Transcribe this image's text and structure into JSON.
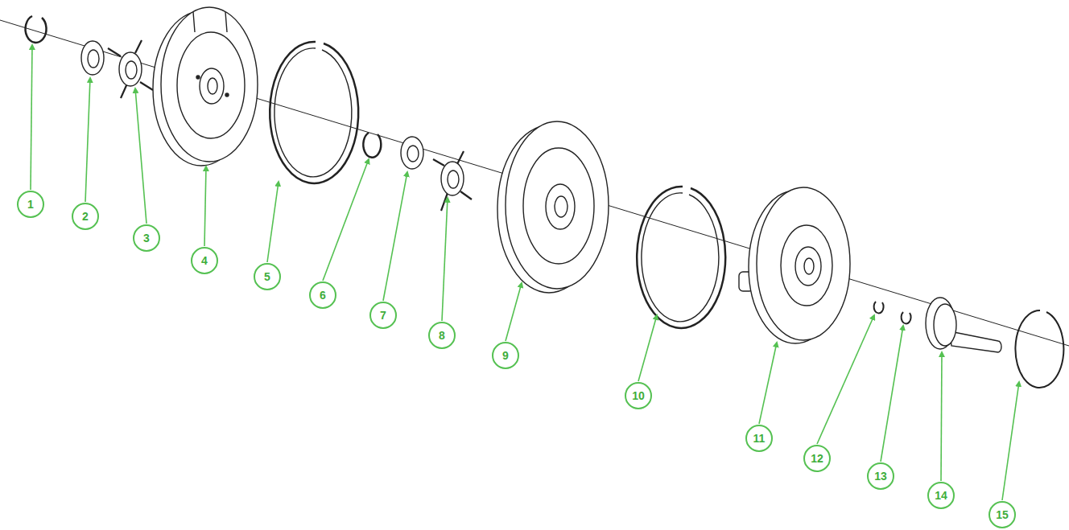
{
  "diagram": {
    "nodes": [
      {
        "text": [
          "1"
        ]
      },
      {
        "text": [
          "2"
        ]
      },
      {
        "text": [
          "3"
        ]
      },
      {
        "text": [
          "4"
        ]
      },
      {
        "text": [
          "5"
        ]
      },
      {
        "text": [
          "6"
        ]
      },
      {
        "text": [
          "7"
        ]
      },
      {
        "text": [
          "8"
        ]
      },
      {
        "text": [
          "9"
        ]
      },
      {
        "text": [
          "10"
        ]
      },
      {
        "text": [
          "11"
        ]
      },
      {
        "text": [
          "12"
        ]
      },
      {
        "text": [
          "13"
        ]
      },
      {
        "text": [
          "14"
        ]
      },
      {
        "text": [
          "15"
        ]
      }
    ]
  }
}
